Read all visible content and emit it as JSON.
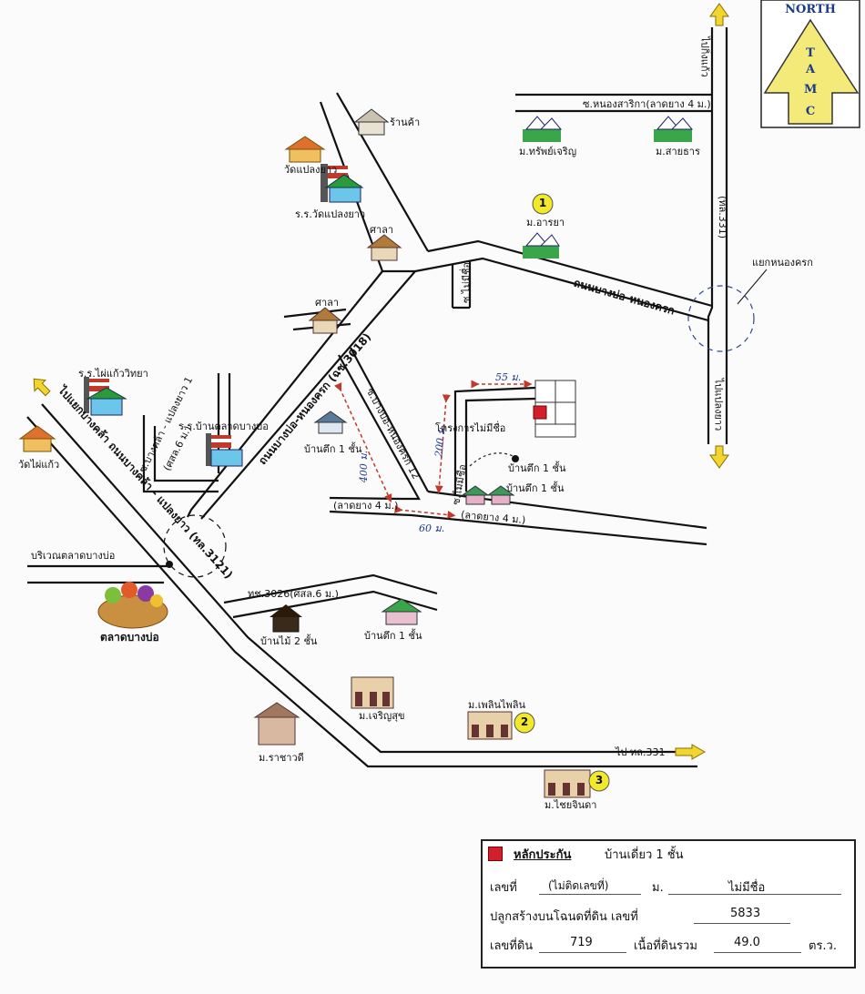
{
  "north": {
    "word": "NORTH",
    "letters": [
      "T",
      "A",
      "M",
      "C"
    ]
  },
  "places": {
    "shop": "ร้านค้า",
    "wat_plaengyao": "วัดแปลงยาว",
    "school_wat_plaengyao": "ร.ร.วัดแปลงยาว",
    "sala1": "ศาลา",
    "sala2": "ศาลา",
    "moo_sapcharoen": "ม.ทรัพย์เจริญ",
    "moo_saithan": "ม.สายธาร",
    "moo_araya": "ม.อารยา",
    "school_phaikaew": "ร.ร.ไผ่แก้ววิทยา",
    "school_talad_bangbo": "ร.ร.บ้านตลาดบางบ่อ",
    "wat_phaikaew": "วัดไผ่แก้ว",
    "house_1floor_a": "บ้านตึก 1 ชั้น",
    "house_1floor_b": "บ้านตึก 1 ชั้น",
    "house_1floor_c": "บ้านตึก 1 ชั้น",
    "house_1floor_d": "บ้านตึก 1 ชั้น",
    "project_noname": "โครงการไม่มีชื่อ",
    "market_area": "บริเวณตลาดบางบ่อ",
    "market": "ตลาดบางบ่อ",
    "wood_house": "บ้านไม้ 2 ชั้น",
    "moo_charoensuk": "ม.เจริญสุข",
    "moo_phloenphailin": "ม.เพลินไพลิน",
    "moo_rachavadee": "ม.ราชาวดี",
    "moo_chaichinda": "ม.ไชยจินดา"
  },
  "roads": {
    "to_kingkaew": "ไปกิ่งแก้ว",
    "to_plaengyao": "ไปแปลงยาว",
    "hl331_vertical": "(ทล.331)",
    "junction": "แยกหนองครก",
    "soi_nongsarika": "ซ.หนองสาริกา(ลาดยาง 4 ม.)",
    "road_bangbo_nongkrok": "ถนนบางบ่อ-หนองครก",
    "soi_noname_1": "ซ.ไม่มีชื่อ",
    "road_bangbo_nongkrok_ch3018": "ถนนบางบ่อ-หนองครก (ฉช.3018)",
    "soi_bangbo_nongkrok12": "ซ.บางบ่อ-หนองครก 12",
    "soi_noname_2": "ซ.ไม่มีชื่อ",
    "paved_4m_a": "(ลาดยาง 4 ม.)",
    "paved_4m_b": "(ลาดยาง 4 ม.)",
    "to_bangkhla": "ไปแยกบางคล้า ถนนบางคล้า - แปลงยาว (ทล.3121)",
    "soi_bangkhla_plaengyao1": "ซ.บางคล้า - แปลงยาว 1",
    "soi_sl6": "(ศสล.6 ม.)",
    "tch3026": "ทช.3026(ศสล.6 ม.)",
    "to_hl331": "ไป ทล.331"
  },
  "distances": {
    "d55": "55 ม.",
    "d200": "200 ม.",
    "d400": "400 ม.",
    "d60": "60 ม."
  },
  "markers": [
    "1",
    "2",
    "3"
  ],
  "colors": {
    "subject": "#d21f2b",
    "arrow": "#f2d630",
    "north_arrow": "#f4ea7a"
  },
  "legend": {
    "title": "หลักประกัน",
    "type": "บ้านเดี่ยว 1  ชั้น",
    "no_label": "เลขที่",
    "no_value": "(ไม่ติดเลขที่)",
    "moo_label": "ม.",
    "moo_value": "ไม่มีชื่อ",
    "deed_label": "ปลูกสร้างบนโฉนดที่ดิน เลขที่",
    "deed_value": "5833",
    "land_no_label": "เลขที่ดิน",
    "land_no_value": "719",
    "area_label": "เนื้อที่ดินรวม",
    "area_value": "49.0",
    "area_unit": "ตร.ว."
  }
}
